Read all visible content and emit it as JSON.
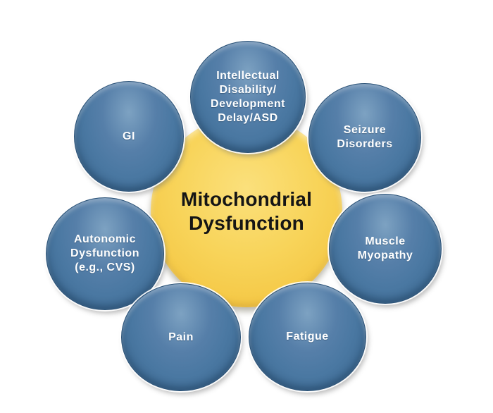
{
  "diagram": {
    "title": "Mitochondrial Dysfunction symptom diagram",
    "hub": {
      "label": "Mitochondrial\nDysfunction"
    },
    "nodes": {
      "intellectual": {
        "label": "Intellectual\nDisability/\nDevelopment\nDelay/ASD"
      },
      "gi": {
        "label": "GI"
      },
      "seizure": {
        "label": "Seizure\nDisorders"
      },
      "autonomic": {
        "label": "Autonomic\nDysfunction\n(e.g., CVS)"
      },
      "muscle": {
        "label": "Muscle\nMyopathy"
      },
      "pain": {
        "label": "Pain"
      },
      "fatigue": {
        "label": "Fatigue"
      }
    },
    "colors": {
      "background": "#FFFFFF",
      "hub_fill": "#F8D455",
      "hub_edge": "#E2AB31",
      "hub_text": "#151515",
      "node_fill": "#4A78A2",
      "node_rim": "#2C5378",
      "node_highlight": "#7DA2C2",
      "node_text": "#FFFFFF"
    }
  }
}
